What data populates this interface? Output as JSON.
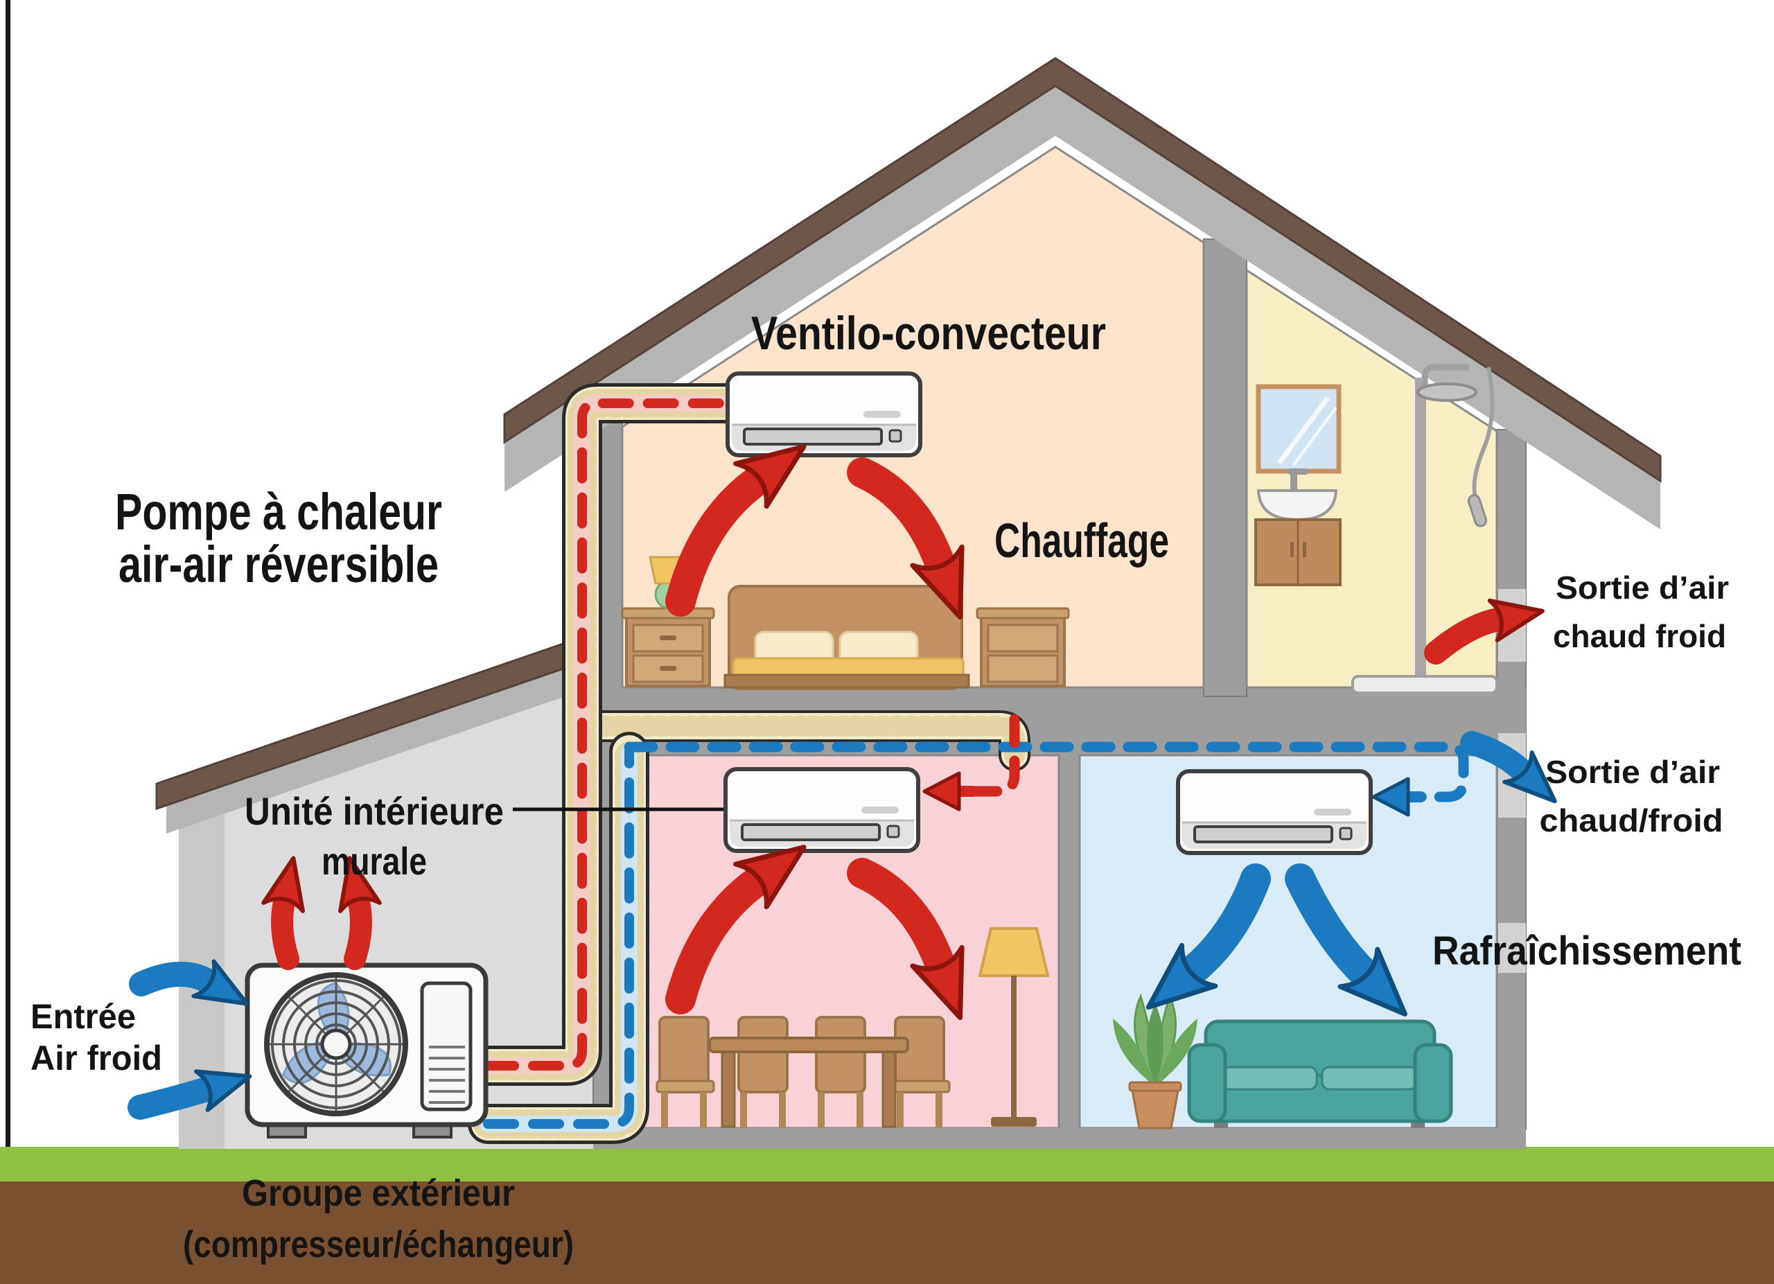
{
  "diagram": {
    "title": {
      "line1": "Pompe à chaleur",
      "line2": "air-air réversible"
    },
    "labels": {
      "fan_coil": "Ventilo-convecteur",
      "heating": "Chauffage",
      "outlet_top": {
        "line1": "Sortie d’air",
        "line2": "chaud froid"
      },
      "outlet_mid": {
        "line1": "Sortie d’air",
        "line2": "chaud/froid"
      },
      "cooling": "Rafraîchissement",
      "indoor_unit": {
        "line1": "Unité intérieure",
        "line2": "murale"
      },
      "air_inlet": {
        "line1": "Entrée",
        "line2": "Air froid"
      },
      "outdoor_unit": {
        "line1": "Groupe extérieur",
        "line2": "(compresseur/échangeur)"
      }
    },
    "colors": {
      "hot_line": "#d2281e",
      "cold_line": "#1b7ac0",
      "insulation": "#f2ebc8",
      "wall": "#9e9e9e",
      "roof": "#6d564a",
      "grass": "#8fc043",
      "soil": "#7a5130",
      "bedroom": "#fbe4cb",
      "bathroom": "#f7eec4",
      "dining": "#f8d2d6",
      "living": "#d9ebf7"
    }
  }
}
